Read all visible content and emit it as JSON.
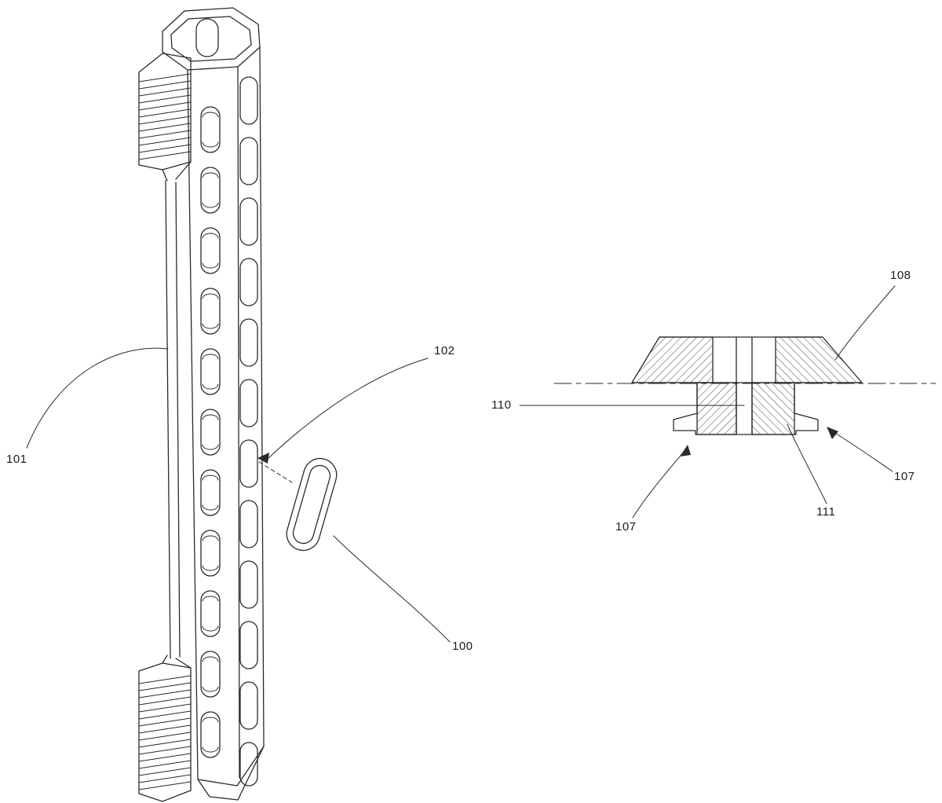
{
  "figure": {
    "background": "#ffffff",
    "line_color": "#2a2a2a",
    "kind": "patent-style technical line drawing, two views"
  },
  "labels": {
    "ref_100": "100",
    "ref_101": "101",
    "ref_102": "102",
    "ref_107_left": "107",
    "ref_107_right": "107",
    "ref_108": "108",
    "ref_110": "110",
    "ref_111": "111"
  }
}
